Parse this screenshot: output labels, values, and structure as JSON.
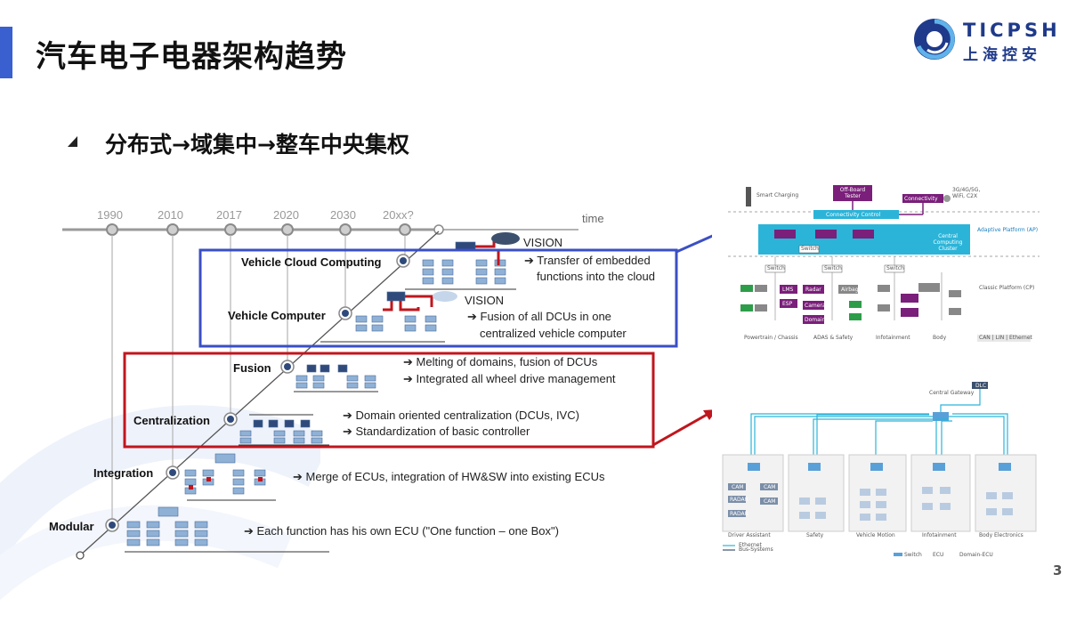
{
  "header": {
    "title": "汽车电子电器架构趋势",
    "logo_text": "TICPSH",
    "logo_cn": "上海控安"
  },
  "subtitle": "分布式→域集中→整车中央集权",
  "page_number": "3",
  "timeline": {
    "years": [
      "1990",
      "2010",
      "2017",
      "2020",
      "2030",
      "20xx?"
    ],
    "axis_label": "time"
  },
  "stages": [
    {
      "name": "Vehicle Cloud Computing",
      "lines": [
        "Transfer of embedded",
        "functions into  the cloud"
      ]
    },
    {
      "name": "Vehicle Computer",
      "lines": [
        "Fusion of all DCUs in one",
        "centralized vehicle computer"
      ]
    },
    {
      "name": "Fusion",
      "lines": [
        "Melting of domains, fusion of DCUs",
        "Integrated all wheel drive management"
      ]
    },
    {
      "name": "Centralization",
      "lines": [
        "Domain oriented centralization (DCUs, IVC)",
        "Standardization of basic controller"
      ]
    },
    {
      "name": "Integration",
      "lines": [
        "Merge of ECUs, integration of HW&SW into existing ECUs"
      ]
    },
    {
      "name": "Modular",
      "lines": [
        "Each function has his own ECU (\"One function – one Box\")"
      ]
    }
  ],
  "vision_labels": [
    "VISION",
    "VISION"
  ],
  "colors": {
    "accent_blue": "#3a5fcf",
    "box_blue": "#3b4fc4",
    "box_red": "#c0161d",
    "purple": "#7a1f7a",
    "cyan": "#2bb4d8",
    "green": "#2e9d4a"
  },
  "right_top": {
    "smart_charging": "Smart Charging",
    "off_board_tester": "Off-Board Tester",
    "connectivity": "Connectivity",
    "connectivity_note": "3G/4G/5G, WiFi, C2X",
    "connectivity_control": "Connectivity Control",
    "central_computing_cluster": "Central Computing Cluster",
    "adaptive_platform": "Adaptive Platform (AP)",
    "classic_platform": "Classic Platform (CP)",
    "switch": "Switch",
    "modules": [
      "LMS",
      "Radar",
      "ESP",
      "Camera",
      "Domain",
      "Airbag"
    ],
    "domains": [
      "Powertrain / Chassis",
      "ADAS & Safety",
      "Infotainment",
      "Body"
    ],
    "bus_legend": "CAN | LIN | Ethernet"
  },
  "right_bottom": {
    "central_gateway": "Central Gateway",
    "dlc": "DLC",
    "sensors": [
      "CAM",
      "RADAR",
      "RADAR",
      "CAM",
      "CAM"
    ],
    "domains": [
      "Driver Assistant",
      "Safety",
      "Vehicle Motion",
      "Infotainment",
      "Body Electronics"
    ],
    "legend_lines": [
      "Ethernet",
      "Bus-Systems"
    ],
    "legend_items": [
      "Switch",
      "ECU",
      "Domain-ECU"
    ]
  }
}
